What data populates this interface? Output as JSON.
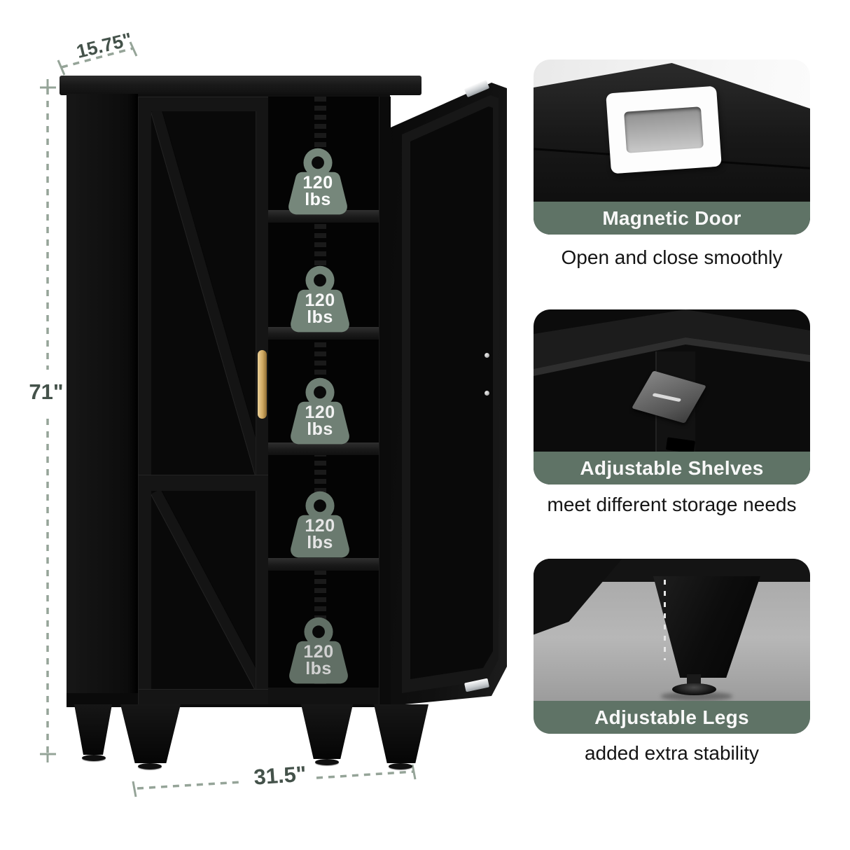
{
  "dimensions": {
    "top_width": "15.75\"",
    "height": "71\"",
    "bottom_width": "31.5\""
  },
  "shelf_weights": [
    {
      "value": "120",
      "unit": "lbs"
    },
    {
      "value": "120",
      "unit": "lbs"
    },
    {
      "value": "120",
      "unit": "lbs"
    },
    {
      "value": "120",
      "unit": "lbs"
    },
    {
      "value": "120",
      "unit": "lbs"
    }
  ],
  "features": [
    {
      "title": "Magnetic Door",
      "caption": "Open and close smoothly"
    },
    {
      "title": "Adjustable Shelves",
      "caption": "meet different storage needs"
    },
    {
      "title": "Adjustable Legs",
      "caption": "added extra stability"
    }
  ],
  "colors": {
    "background": "#ffffff",
    "banner_green": "#5f7366",
    "banner_text": "#f8f8f8",
    "weight_icon_green": "#76877b",
    "dimension_text": "#44524a",
    "dimension_line": "#95a498",
    "handle_gold": "#cfa861",
    "cabinet_black": "#0f0f0f"
  }
}
